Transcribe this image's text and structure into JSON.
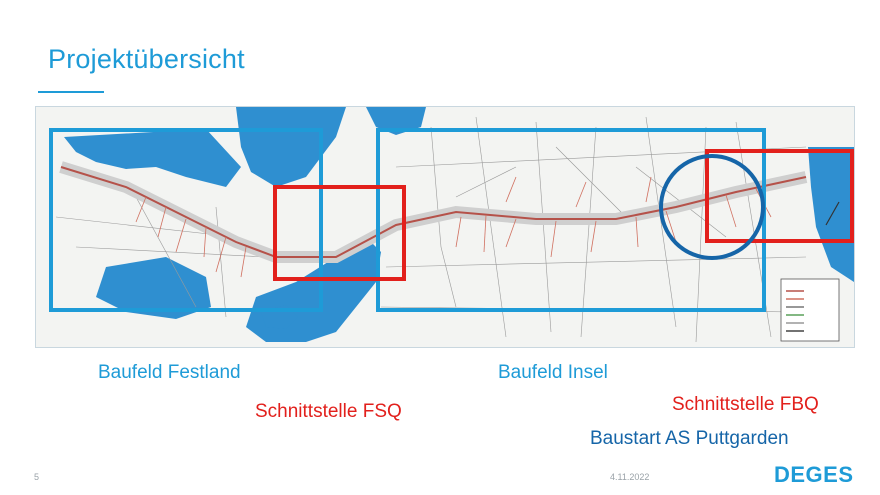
{
  "slide": {
    "title": "Projektübersicht",
    "page_number": "5",
    "date": "4.11.2022",
    "logo": "DEGES"
  },
  "labels": {
    "baufeld_festland": "Baufeld Festland",
    "baufeld_insel": "Baufeld Insel",
    "schnittstelle_fsq": "Schnittstelle FSQ",
    "schnittstelle_fbq": "Schnittstelle FBQ",
    "baustart": "Baustart AS Puttgarden"
  },
  "colors": {
    "accent_blue": "#1e9bd7",
    "red": "#e2201c",
    "navy": "#1565a8",
    "water": "#2f8fd0",
    "route": "#b5524a"
  },
  "map": {
    "overlays": [
      "blue-box-festland",
      "blue-box-insel",
      "red-box-fsq",
      "red-box-fbq",
      "blue-circle-puttgarden"
    ]
  }
}
